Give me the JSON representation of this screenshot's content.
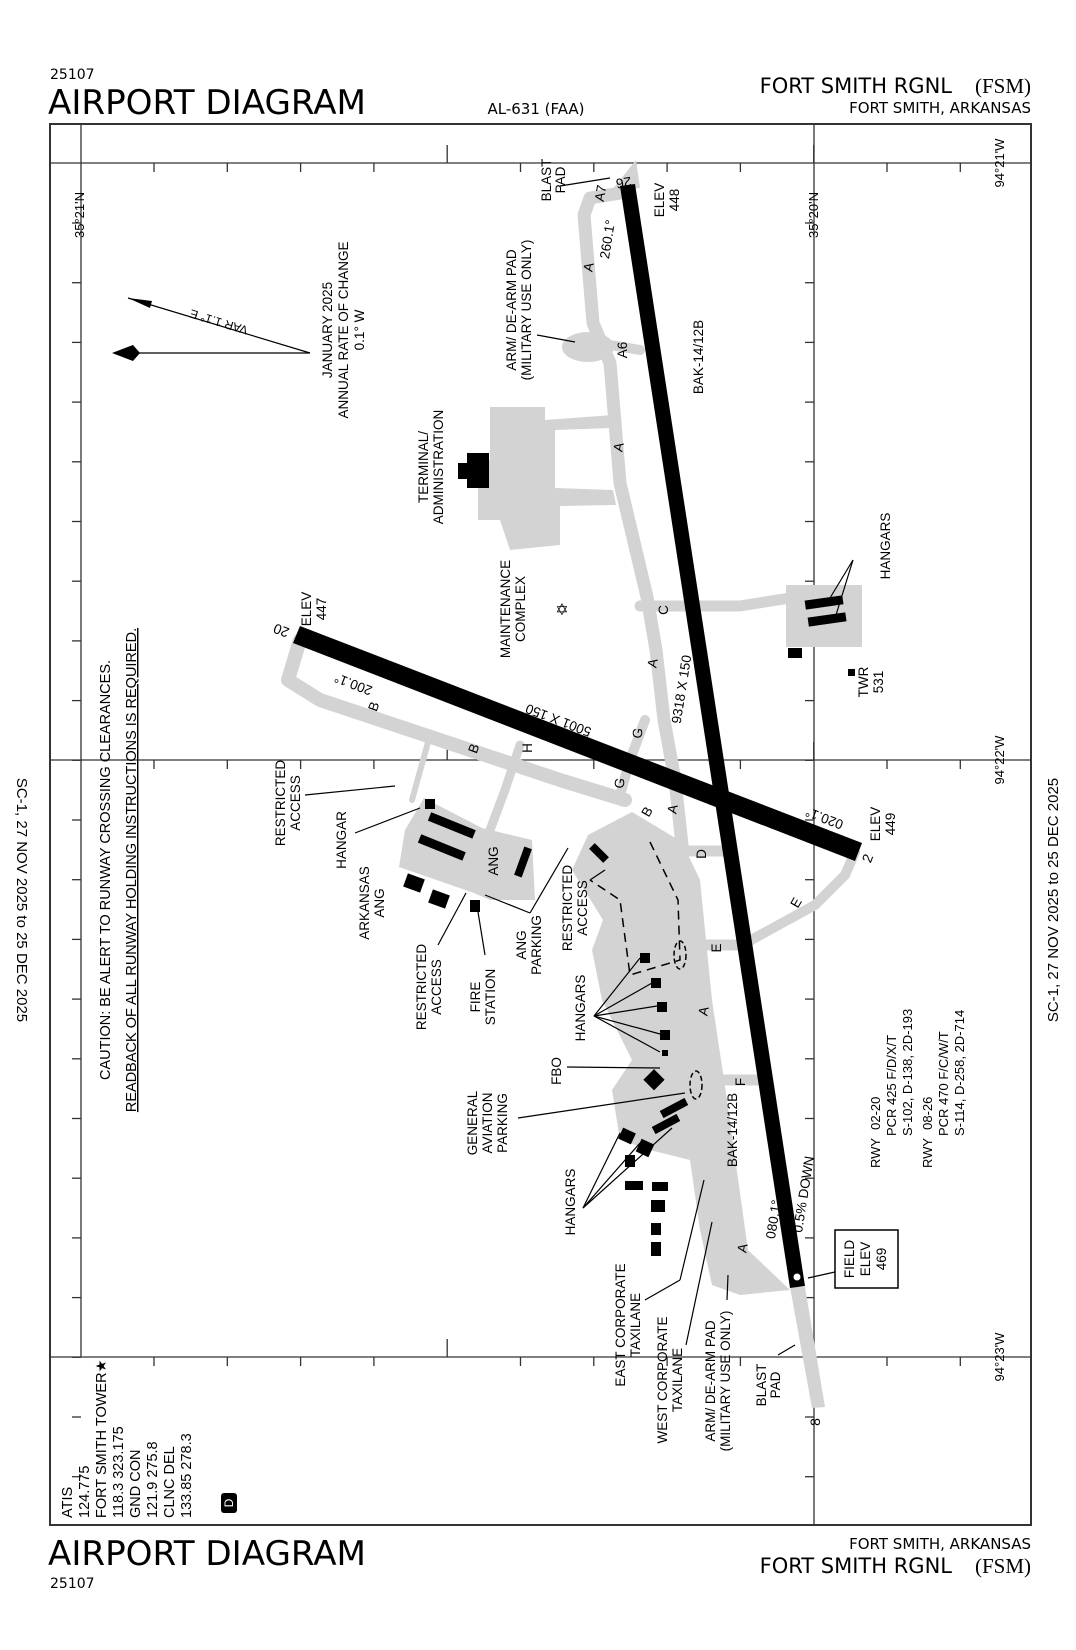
{
  "header": {
    "chart_number": "25107",
    "title": "AIRPORT DIAGRAM",
    "procedure_id": "AL-631 (FAA)",
    "airport_name": "FORT SMITH RGNL",
    "airport_id": "(FSM)",
    "location": "FORT SMITH, ARKANSAS"
  },
  "footer": {
    "chart_number": "25107",
    "title": "AIRPORT DIAGRAM",
    "airport_name": "FORT SMITH RGNL",
    "airport_id": "(FSM)",
    "location": "FORT SMITH, ARKANSAS"
  },
  "effective_dates": "SC-1,  27 NOV 2025  to  25 DEC 2025",
  "coordinates": {
    "lat_top_left": "35°21'N",
    "lat_top_right": "35°20'N",
    "lon_1": "94°21'W",
    "lon_2": "94°22'W",
    "lon_3": "94°23'W"
  },
  "caution": {
    "line1": "CAUTION: BE ALERT TO RUNWAY CROSSING CLEARANCES.",
    "line2": "READBACK OF ALL RUNWAY HOLDING INSTRUCTIONS IS REQUIRED."
  },
  "magnetic_variation": {
    "var": "VAR 1.1° E",
    "epoch": "JANUARY 2025",
    "rate_label": "ANNUAL RATE OF CHANGE",
    "rate": "0.1° W"
  },
  "frequencies": [
    "ATIS",
    "124.775",
    "FORT SMITH TOWER★",
    "118.3  323.175",
    "GND CON",
    "121.9  275.8",
    "CLNC DEL",
    "133.85  278.3"
  ],
  "d_badge": "D",
  "runways": {
    "rwy_26": "26",
    "rwy_8": "8",
    "rwy_20": "20",
    "rwy_2": "2",
    "hdg_260": "260.1°",
    "hdg_080": "080.1°",
    "hdg_200": "200.1°",
    "hdg_020": "020.1°",
    "dims_08_26": "9318 X 150",
    "dims_02_20": "5001 X 150",
    "gradient": "0.5% DOWN",
    "bak_north": "BAK-14/12B",
    "bak_south": "BAK-14/12B",
    "elev_26": [
      "ELEV",
      "448"
    ],
    "elev_20": [
      "ELEV",
      "447"
    ],
    "elev_2": [
      "ELEV",
      "449"
    ]
  },
  "field_elev": [
    "FIELD",
    "ELEV",
    "469"
  ],
  "runway_info": [
    {
      "rwy": "RWY",
      "id": "02-20"
    },
    {
      "line": "PCR 425 F/D/X/T"
    },
    {
      "line": "S-102, D-138, 2D-193"
    },
    {
      "rwy": "RWY",
      "id": "08-26"
    },
    {
      "line": "PCR 470 F/C/W/T"
    },
    {
      "line": "S-114, D-258, 2D-714"
    }
  ],
  "taxiways": {
    "a7": "A7",
    "a6": "A6",
    "a": "A",
    "b": "B",
    "c": "C",
    "d": "D",
    "e": "E",
    "f": "F",
    "g": "G",
    "h": "H"
  },
  "labels": {
    "blast_pad_north": [
      "BLAST",
      "PAD"
    ],
    "blast_pad_south": [
      "BLAST",
      "PAD"
    ],
    "arm_pad_north": [
      "ARM/ DE-ARM PAD",
      "(MILITARY USE ONLY)"
    ],
    "arm_pad_south": [
      "ARM/ DE-ARM PAD",
      "(MILITARY USE ONLY)"
    ],
    "terminal": [
      "TERMINAL/",
      "ADMINISTRATION"
    ],
    "maintenance": [
      "MAINTENANCE",
      "COMPLEX"
    ],
    "hangars_east": "HANGARS",
    "tower": [
      "TWR",
      "531"
    ],
    "restricted_1": [
      "RESTRICTED",
      "ACCESS"
    ],
    "hangar": "HANGAR",
    "arkansas_ang": [
      "ARKANSAS",
      "ANG"
    ],
    "ang": "ANG",
    "restricted_2": [
      "RESTRICTED",
      "ACCESS"
    ],
    "fire_station": [
      "FIRE",
      "STATION"
    ],
    "ang_parking": [
      "ANG",
      "PARKING"
    ],
    "restricted_3": [
      "RESTRICTED",
      "ACCESS"
    ],
    "hangars_mid": "HANGARS",
    "fbo": "FBO",
    "ga_parking": [
      "GENERAL",
      "AVIATION",
      "PARKING"
    ],
    "hangars_south": "HANGARS",
    "east_corp": [
      "EAST CORPORATE",
      "TAXILANE"
    ],
    "west_corp": [
      "WEST CORPORATE",
      "TAXILANE"
    ]
  },
  "colors": {
    "pavement": "#d3d3d3",
    "runway": "#000000"
  }
}
